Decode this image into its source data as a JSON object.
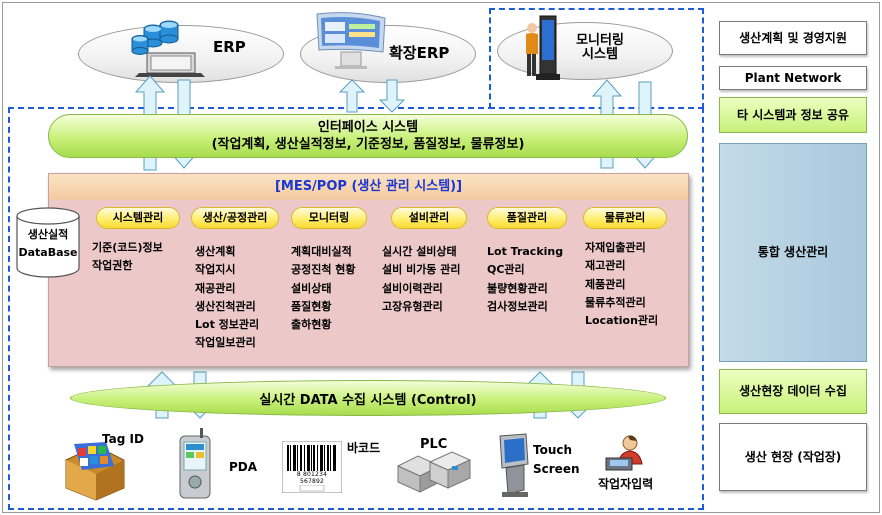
{
  "top": {
    "erp": "ERP",
    "ext_erp": "확장ERP",
    "monitoring": [
      "모니터링",
      "시스템"
    ]
  },
  "interface": {
    "title": "인터페이스 시스템",
    "subtitle": "(작업계획, 생산실적정보, 기준정보, 품질정보, 물류정보)"
  },
  "mes": {
    "title": "[MES/POP (생산 관리 시스템)]",
    "database": [
      "생산실적",
      "DataBase"
    ],
    "modules": [
      {
        "label": "시스템관리",
        "items": [
          "기준(코드)정보",
          "작업권한"
        ]
      },
      {
        "label": "생산/공정관리",
        "items": [
          "생산계획",
          "작업지시",
          "재공관리",
          "생산진척관리",
          "Lot 정보관리",
          "작업일보관리"
        ]
      },
      {
        "label": "모니터링",
        "items": [
          "계획대비실적",
          "공정진척 현황",
          "설비상태",
          "품질현황",
          "출하현황"
        ]
      },
      {
        "label": "설비관리",
        "items": [
          "실시간 설비상태",
          "설비 비가동 관리",
          "설비이력관리",
          "고장유형관리"
        ]
      },
      {
        "label": "품질관리",
        "items": [
          "Lot Tracking",
          "QC관리",
          "불량현황관리",
          "검사정보관리"
        ]
      },
      {
        "label": "물류관리",
        "items": [
          "자재입출관리",
          "재고관리",
          "제품관리",
          "물류추적관리",
          "Location관리"
        ]
      }
    ]
  },
  "collection": {
    "label": "실시간 DATA 수집 시스템 (Control)"
  },
  "devices": {
    "tag_id": "Tag ID",
    "pda": "PDA",
    "barcode": "바코드",
    "barcode_digits": "8 801234 567892",
    "plc": "PLC",
    "touch": [
      "Touch",
      "Screen"
    ],
    "operator": "작업자입력"
  },
  "side": [
    "생산계획 및 경영지원",
    "Plant Network",
    "타 시스템과 정보 공유",
    "통합 생산관리",
    "생산현장 데이터 수집",
    "생산 현장 (작업장)"
  ],
  "colors": {
    "dash": "#1e5bd6",
    "mes_title": "#1a35d0",
    "side_green": "#c8f07a",
    "side_blue": "#a8c8dc",
    "arrow": "#dff3fa"
  }
}
